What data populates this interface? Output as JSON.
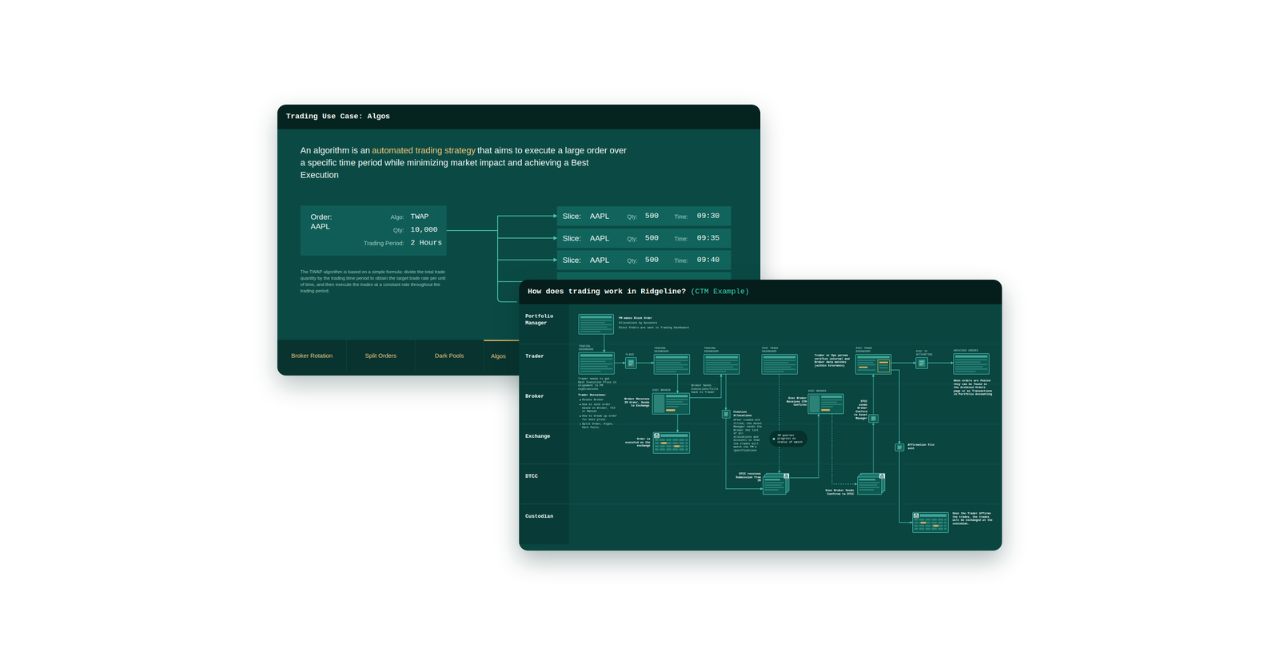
{
  "diagram": {
    "nodes": [
      {
        "text": [
          "Trading Use Case: Algos"
        ]
      },
      {
        "text": [
          "Order:",
          "AAPL",
          "Algo:",
          "TWAP",
          "Qty:",
          "10,000",
          "Trading Period:",
          "2 Hours"
        ],
        "in": 0
      },
      {
        "text": [
          "Slice:",
          "AAPL",
          "Qty:",
          "500",
          "Time:",
          "09:30"
        ],
        "in": 0
      },
      {
        "text": [
          "Slice:",
          "AAPL",
          "Qty:",
          "500",
          "Time:",
          "09:35"
        ],
        "in": 0
      },
      {
        "text": [
          "Slice:",
          "AAPL",
          "Qty:",
          "500",
          "Time:",
          "09:40"
        ],
        "in": 0
      },
      {
        "text": [
          "Broker Rotation"
        ],
        "in": 0
      },
      {
        "text": [
          "Split Orders"
        ],
        "in": 0
      },
      {
        "text": [
          "Dark Pools"
        ],
        "in": 0
      },
      {
        "text": [
          "Algos"
        ],
        "in": 0
      },
      {
        "text": [
          "How does trading work in Ridgeline?",
          "(CTM Example)"
        ]
      },
      {
        "text": [
          "Portfolio Manager"
        ],
        "in": 9
      },
      {
        "text": [
          "Trader"
        ],
        "in": 9
      },
      {
        "text": [
          "Broker"
        ],
        "in": 9
      },
      {
        "text": [
          "Exchange"
        ],
        "in": 9
      },
      {
        "text": [
          "DTCC"
        ],
        "in": 9
      },
      {
        "text": [
          "Custodian"
        ],
        "in": 9
      },
      {
        "text": [
          "PM makes Block Order",
          "Allocations by Accounts",
          "Block Orders are sent to Trading Dashboard"
        ],
        "in": 10
      },
      {
        "text": [
          "TRADING DASHBOARD",
          "Trader needs to get Best Execution Price in alignment to PM expectations",
          "Trader Decisions:",
          "Rotate Broker",
          "How to send order based on Broker, FIX or Manual",
          "How to break up order for best price",
          "Split Order, Algos, Dark Pools."
        ],
        "in": 11
      },
      {
        "text": [
          "FLAGS"
        ],
        "in": 11
      },
      {
        "text": [
          "TRADING DASHBOARD"
        ],
        "in": 11
      },
      {
        "text": [
          "TRADING DASHBOARD"
        ],
        "in": 11
      },
      {
        "text": [
          "POST TRADE DASHBOARD"
        ],
        "in": 11
      },
      {
        "text": [
          "POST TRADE DASHBOARD",
          "Trader or Ops person verifies internal and Broker data matches (within tolerance)"
        ],
        "in": 11
      },
      {
        "text": [
          "POST TO ACCOUNTING"
        ],
        "in": 11
      },
      {
        "text": [
          "ARCHIVED ORDERS",
          "When orders are Posted they can be found in the Archived Orders page or as Transactions in Portfolio Accounting"
        ],
        "in": 11
      },
      {
        "text": [
          "EXEC BROKER",
          "Broker Receives IM Order, Sends to Exchange",
          "Broker Sends Executions/Fills back to Trader"
        ],
        "in": 12
      },
      {
        "text": [
          "Finalize Allocations",
          "After trades are filled, the Asset Manager sends the Broker the list of all allocations and accounts so that the trades will match the PM's specifications"
        ],
        "in": 12
      },
      {
        "text": [
          "EXEC BROKER",
          "Exec Broker Receives CTM Confirms"
        ],
        "in": 12
      },
      {
        "text": [
          "DTCC sends Broker Confirm to Asset Manager"
        ],
        "in": 12
      },
      {
        "text": [
          "Order is executed on the exchange"
        ],
        "in": 13
      },
      {
        "text": [
          "IM queries progress on status of match"
        ],
        "in": 13
      },
      {
        "text": [
          "Affirmation file sent"
        ],
        "in": 13
      },
      {
        "text": [
          "DTCC receives Submission from IM"
        ],
        "in": 14
      },
      {
        "text": [
          "Exec Broker Sends Confirms to DTCC"
        ],
        "in": 14
      },
      {
        "text": [
          "Once the Trader Affirms the trades, the trades will be exchanged at the custodian."
        ],
        "in": 15
      }
    ],
    "edges": [
      {
        "from": 1,
        "to": 2,
        "arrow": "to"
      },
      {
        "from": 1,
        "to": 3,
        "arrow": "to"
      },
      {
        "from": 1,
        "to": 4,
        "arrow": "to"
      },
      {
        "from": 16,
        "to": 17,
        "arrow": "to"
      },
      {
        "from": 17,
        "to": 18,
        "arrow": "to"
      },
      {
        "from": 18,
        "to": 19,
        "arrow": "to"
      },
      {
        "from": 19,
        "to": 25,
        "arrow": "to"
      },
      {
        "from": 25,
        "to": 29,
        "arrow": "to"
      },
      {
        "from": 25,
        "to": 20,
        "arrow": "to"
      },
      {
        "from": 20,
        "to": 26,
        "arrow": "to"
      },
      {
        "from": 26,
        "to": 32,
        "arrow": "to"
      },
      {
        "from": 21,
        "to": 30,
        "arrow": "none"
      },
      {
        "from": 30,
        "to": 32,
        "arrow": "to"
      },
      {
        "from": 32,
        "to": 27,
        "arrow": "to"
      },
      {
        "from": 27,
        "to": 33,
        "arrow": "to"
      },
      {
        "from": 33,
        "to": 28,
        "arrow": "to"
      },
      {
        "from": 28,
        "to": 22,
        "arrow": "to"
      },
      {
        "from": 22,
        "to": 23,
        "arrow": "to"
      },
      {
        "from": 23,
        "to": 24,
        "arrow": "to"
      },
      {
        "from": 22,
        "to": 31,
        "arrow": "to"
      },
      {
        "from": 31,
        "to": 34,
        "arrow": "to"
      }
    ],
    "labels": [
      "An algorithm is an",
      "automated trading strategy",
      "that aims to execute a large order over a specific time period while minimizing market impact and achieving a Best Execution",
      "The TWAP algorithm is based on a simple formula: divide the total trade quantity by the trading time period to obtain the target trade rate per unit of time, and then execute the trades at a constant rate throughout the trading period."
    ]
  }
}
